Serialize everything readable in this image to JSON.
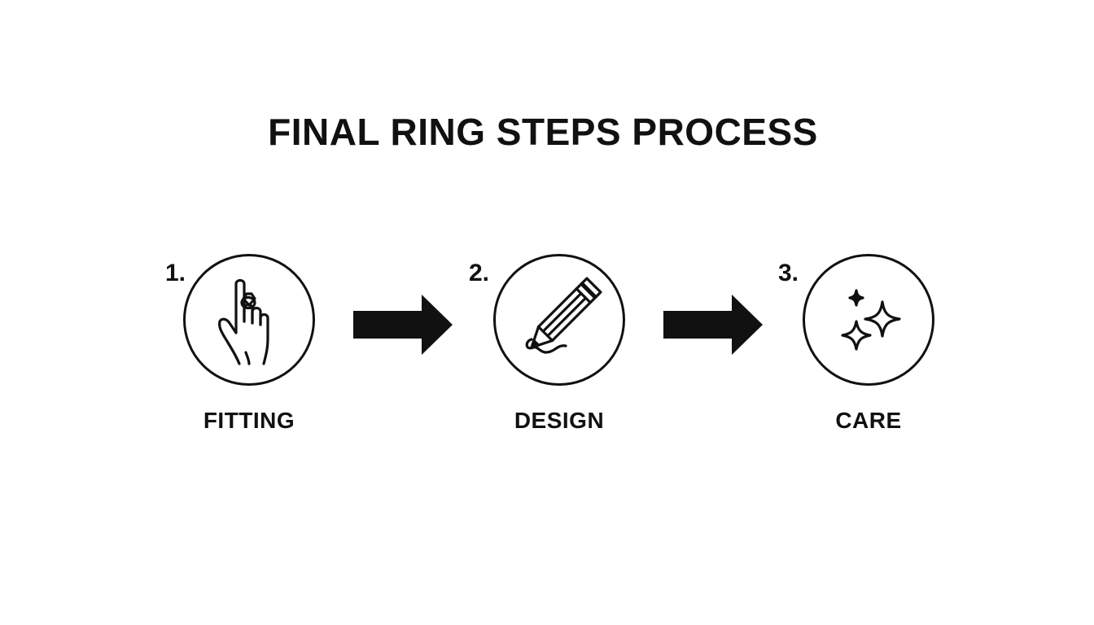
{
  "diagram": {
    "title": "FINAL RING STEPS PROCESS",
    "steps": [
      {
        "number": "1.",
        "label": "FITTING",
        "icon": "hand-with-ring-icon"
      },
      {
        "number": "2.",
        "label": "DESIGN",
        "icon": "pencil-icon"
      },
      {
        "number": "3.",
        "label": "CARE",
        "icon": "sparkles-icon"
      }
    ],
    "connector_icon": "right-arrow-icon",
    "colors": {
      "ink": "#111111",
      "background": "#ffffff"
    }
  }
}
